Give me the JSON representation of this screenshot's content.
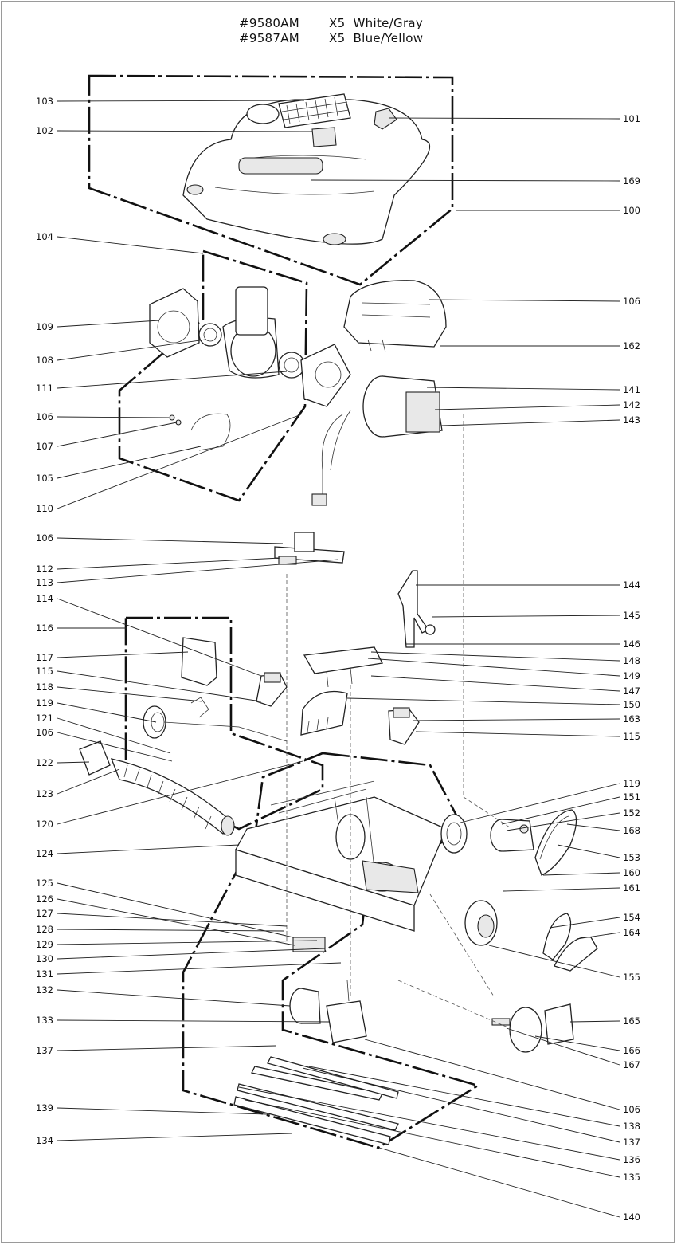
{
  "header": {
    "line1": {
      "model": "#9580AM",
      "variant": "X5  White/Gray"
    },
    "line2": {
      "model": "#9587AM",
      "variant": "X5  Blue/Yellow"
    }
  },
  "callouts_left": [
    "103",
    "102",
    "104",
    "109",
    "108",
    "111",
    "106",
    "107",
    "105",
    "110",
    "106",
    "112",
    "113",
    "114",
    "116",
    "117",
    "115",
    "118",
    "119",
    "121",
    "106",
    "122",
    "123",
    "120",
    "124",
    "125",
    "126",
    "127",
    "128",
    "129",
    "130",
    "131",
    "132",
    "133",
    "137",
    "139",
    "134"
  ],
  "callouts_right": [
    "101",
    "169",
    "100",
    "106",
    "162",
    "141",
    "142",
    "143",
    "144",
    "145",
    "146",
    "148",
    "149",
    "147",
    "150",
    "163",
    "115",
    "119",
    "151",
    "152",
    "168",
    "153",
    "160",
    "161",
    "154",
    "164",
    "155",
    "165",
    "166",
    "167",
    "106",
    "138",
    "137",
    "136",
    "135",
    "140"
  ]
}
